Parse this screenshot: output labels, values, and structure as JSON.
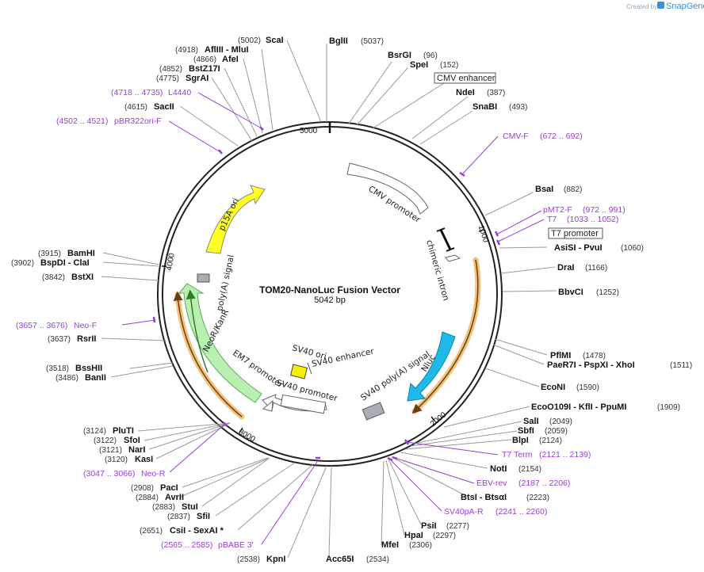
{
  "header": {
    "created_by": "Created by",
    "brand": "SnapGene"
  },
  "plasmid": {
    "name": "TOM20-NanoLuc Fusion Vector",
    "size": "5042 bp"
  },
  "ticks": [
    "5000",
    "1000",
    "2000",
    "3000",
    "4000"
  ],
  "features": {
    "cmv_promoter": "CMV promoter",
    "chimeric_intron": "chimeric intron",
    "nluc": "Nluc",
    "sv40_polya": "SV40 poly(A) signal",
    "sv40_ori": "SV40 ori",
    "sv40_enhancer": "SV40 enhancer",
    "sv40_promoter": "SV40 promoter",
    "em7_promoter": "EM7 promoter",
    "neor": "NeoR/KanR",
    "polya": "poly(A) signal",
    "p15a": "p15A ori"
  },
  "boxed": {
    "cmv_enhancer": "CMV enhancer",
    "t7_promoter": "T7 promoter"
  },
  "sites": [
    {
      "name": "BglII",
      "pos": "(5037)"
    },
    {
      "name": "BsrGI",
      "pos": "(96)"
    },
    {
      "name": "SpeI",
      "pos": "(152)"
    },
    {
      "name": "NdeI",
      "pos": "(387)"
    },
    {
      "name": "SnaBI",
      "pos": "(493)"
    },
    {
      "name": "BsaI",
      "pos": "(882)"
    },
    {
      "name": "AsiSI  -  PvuI",
      "pos": "(1060)"
    },
    {
      "name": "DraI",
      "pos": "(1166)"
    },
    {
      "name": "BbvCI",
      "pos": "(1252)"
    },
    {
      "name": "PflMI",
      "pos": "(1478)"
    },
    {
      "name": "PaeR7I  -  PspXI  -  XhoI",
      "pos": "(1511)"
    },
    {
      "name": "EcoNI",
      "pos": "(1590)"
    },
    {
      "name": "EcoO109I  -  KflI  -  PpuMI",
      "pos": "(1909)"
    },
    {
      "name": "SalI",
      "pos": "(2049)"
    },
    {
      "name": "SbfI",
      "pos": "(2059)"
    },
    {
      "name": "BlpI",
      "pos": "(2124)"
    },
    {
      "name": "NotI",
      "pos": "(2154)"
    },
    {
      "name": "BtsI  -  BtsαI",
      "pos": "(2223)"
    },
    {
      "name": "PsiI",
      "pos": "(2277)"
    },
    {
      "name": "HpaI",
      "pos": "(2297)"
    },
    {
      "name": "MfeI",
      "pos": "(2306)"
    },
    {
      "name": "Acc65I",
      "pos": "(2534)"
    },
    {
      "name": "KpnI",
      "pos": "(2538)"
    },
    {
      "name": "CsiI  -  SexAI *",
      "pos": "(2651)"
    },
    {
      "name": "SfiI",
      "pos": "(2837)"
    },
    {
      "name": "StuI",
      "pos": "(2883)"
    },
    {
      "name": "AvrII",
      "pos": "(2884)"
    },
    {
      "name": "PacI",
      "pos": "(2908)"
    },
    {
      "name": "KasI",
      "pos": "(3120)"
    },
    {
      "name": "NarI",
      "pos": "(3121)"
    },
    {
      "name": "SfoI",
      "pos": "(3122)"
    },
    {
      "name": "PluTI",
      "pos": "(3124)"
    },
    {
      "name": "BanII",
      "pos": "(3486)"
    },
    {
      "name": "BssHII",
      "pos": "(3518)"
    },
    {
      "name": "RsrII",
      "pos": "(3637)"
    },
    {
      "name": "BstXI",
      "pos": "(3842)"
    },
    {
      "name": "BspDI  -  ClaI",
      "pos": "(3902)"
    },
    {
      "name": "BamHI",
      "pos": "(3915)"
    },
    {
      "name": "SacII",
      "pos": "(4615)"
    },
    {
      "name": "SgrAI",
      "pos": "(4775)"
    },
    {
      "name": "BstZ17I",
      "pos": "(4852)"
    },
    {
      "name": "AfeI",
      "pos": "(4866)"
    },
    {
      "name": "AflIII  -  MluI",
      "pos": "(4918)"
    },
    {
      "name": "ScaI",
      "pos": "(5002)"
    }
  ],
  "primers": [
    {
      "name": "CMV-F",
      "range": "(672 .. 692)"
    },
    {
      "name": "pMT2-F",
      "range": "(972 .. 991)"
    },
    {
      "name": "T7",
      "range": "(1033 .. 1052)"
    },
    {
      "name": "T7 Term",
      "range": "(2121 .. 2139)"
    },
    {
      "name": "EBV-rev",
      "range": "(2187 .. 2206)"
    },
    {
      "name": "SV40pA-R",
      "range": "(2241 .. 2260)"
    },
    {
      "name": "pBABE 3'",
      "range": "(2565 .. 2585)"
    },
    {
      "name": "Neo-R",
      "range": "(3047 .. 3066)"
    },
    {
      "name": "Neo-F",
      "range": "(3657 .. 3676)"
    },
    {
      "name": "pBR322ori-F",
      "range": "(4502 .. 4521)"
    },
    {
      "name": "L4440",
      "range": "(4718 .. 4735)"
    }
  ],
  "colors": {
    "backbone": "#222222",
    "primer": "#9a3ecf",
    "line": "#9a9a9a",
    "nluc": "#1fb8e8",
    "p15a": "#ffff22",
    "neor": "#b8f0b0",
    "sv40ori": "#f0f000",
    "polya": "#a7aeb8",
    "orf": "#e9a23b",
    "brand": "#3b8fd6"
  }
}
